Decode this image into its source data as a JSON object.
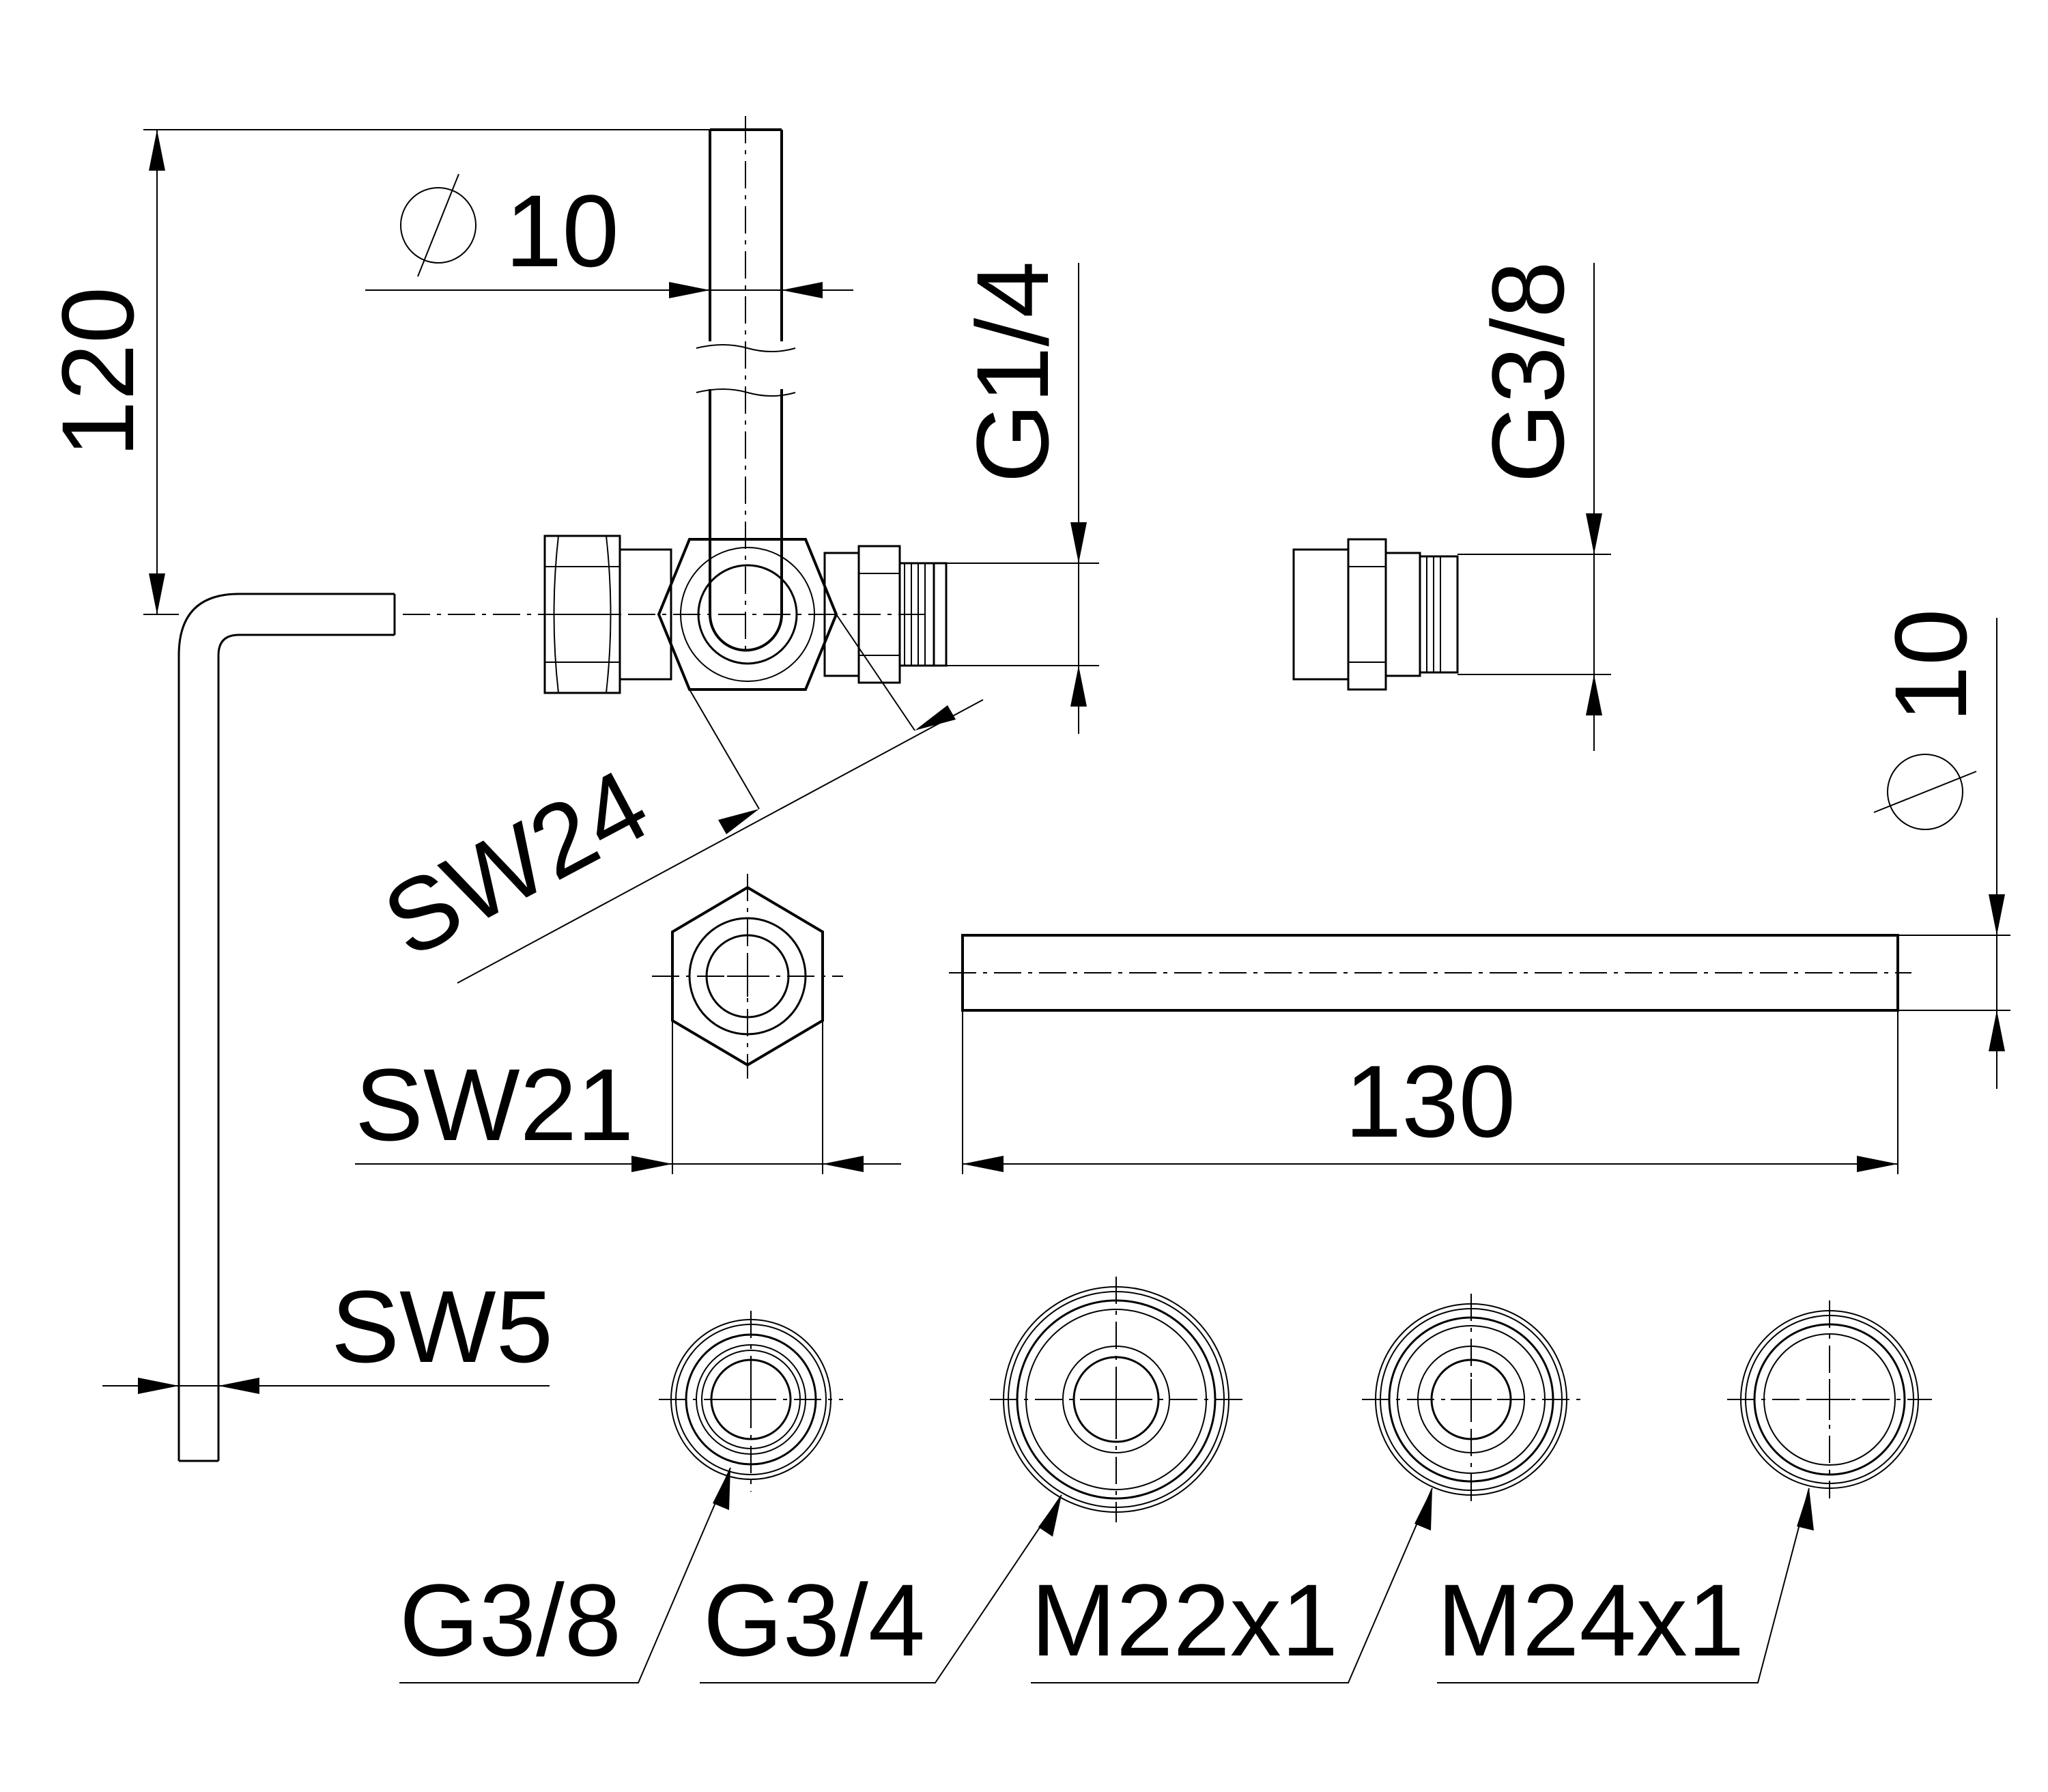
{
  "dimensions": {
    "dim_120": "120",
    "dim_dia10_top": "10",
    "dim_g14": "G1/4",
    "dim_g38_right": "G3/8",
    "dim_sw24": "SW24",
    "dim_dia10_right": "10",
    "dim_sw21": "SW21",
    "dim_130": "130",
    "dim_sw5": "SW5"
  },
  "adapters": [
    {
      "label": "G3/8"
    },
    {
      "label": "G3/4"
    },
    {
      "label": "M22x1"
    },
    {
      "label": "M24x1"
    }
  ]
}
